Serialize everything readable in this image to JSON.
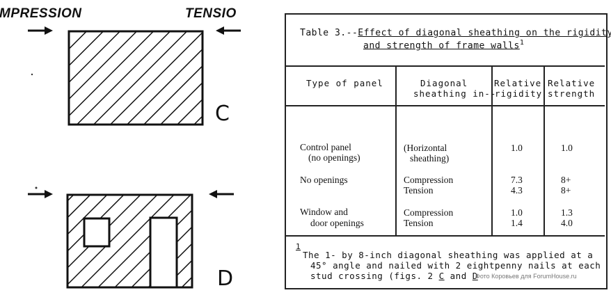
{
  "figure": {
    "label_compression": "MPRESSION",
    "label_tension": "TENSIO",
    "letter_c": "C",
    "letter_d": "D"
  },
  "table": {
    "title_prefix": "Table 3.--",
    "title_underlined_1": "Effect of diagonal sheathing on the rigidity",
    "title_underlined_2": "and strength of frame walls",
    "title_footnote_mark": "1",
    "headers": {
      "type_of_panel": "Type of panel",
      "diagonal_sheathing_1": "Diagonal",
      "diagonal_sheathing_2": "sheathing in--",
      "relative_rigidity_1": "Relative",
      "relative_rigidity_2": "rigidity",
      "relative_strength_1": "Relative",
      "relative_strength_2": "strength"
    },
    "rows": [
      {
        "panel_1": "Control   panel",
        "panel_2": "(no   openings)",
        "sheathing_1": "(Horizontal",
        "sheathing_2": "sheathing)",
        "rigidity_1": "1.0",
        "rigidity_2": "",
        "strength_1": "1.0",
        "strength_2": ""
      },
      {
        "panel_1": "No   openings",
        "panel_2": "",
        "sheathing_1": "Compression",
        "sheathing_2": "Tension",
        "rigidity_1": "7.3",
        "rigidity_2": "4.3",
        "strength_1": "8+",
        "strength_2": "8+"
      },
      {
        "panel_1": "Window and",
        "panel_2": "door   openings",
        "sheathing_1": "Compression",
        "sheathing_2": "Tension",
        "rigidity_1": "1.0",
        "rigidity_2": "1.4",
        "strength_1": "1.3",
        "strength_2": "4.0"
      }
    ],
    "footnote": {
      "mark": "1",
      "line_1": "The  1-  by  8-inch  diagonal  sheathing  was  applied  at  a",
      "line_2": "45°   angle  and  nailed  with  2  eightpenny  nails  at  each",
      "line_3_prefix": "stud  crossing   (figs.  2   ",
      "fig_c": "C",
      "line_3_and": "  and  ",
      "fig_d": "D"
    }
  },
  "watermark": "Фото Коровьев для ForumHouse.ru"
}
